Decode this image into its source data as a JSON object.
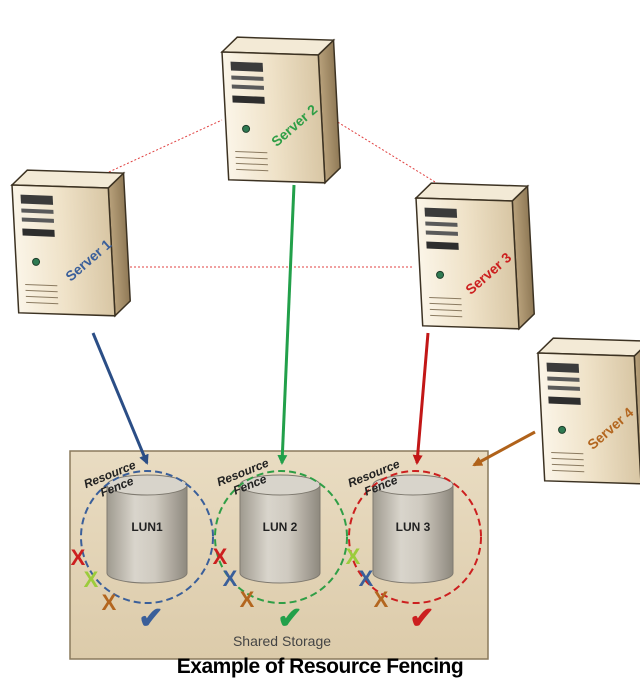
{
  "caption": "Example of Resource Fencing",
  "storage": {
    "label": "Shared Storage"
  },
  "servers": [
    {
      "id": "server1",
      "label": "Server 1",
      "color": "#3a5f9a"
    },
    {
      "id": "server2",
      "label": "Server 2",
      "color": "#2f9e46"
    },
    {
      "id": "server3",
      "label": "Server 3",
      "color": "#cc1f1f"
    },
    {
      "id": "server4",
      "label": "Server 4",
      "color": "#b3661f"
    }
  ],
  "luns": [
    {
      "label": "LUN1",
      "fence_label_line1": "Resource",
      "fence_label_line2": "Fence",
      "fence_color": "#3a5f9a"
    },
    {
      "label": "LUN 2",
      "fence_label_line1": "Resource",
      "fence_label_line2": "Fence",
      "fence_color": "#2f9e46"
    },
    {
      "label": "LUN 3",
      "fence_label_line1": "Resource",
      "fence_label_line2": "Fence",
      "fence_color": "#cc1f1f"
    }
  ],
  "marks": {
    "check_symbol": "✔",
    "cross_symbol": "X",
    "colors": {
      "server1": "#3a5f9a",
      "server2": "#2f9e46",
      "server3": "#cc1f1f",
      "server4": "#b3661f",
      "lime": "#9ccc3c"
    }
  }
}
